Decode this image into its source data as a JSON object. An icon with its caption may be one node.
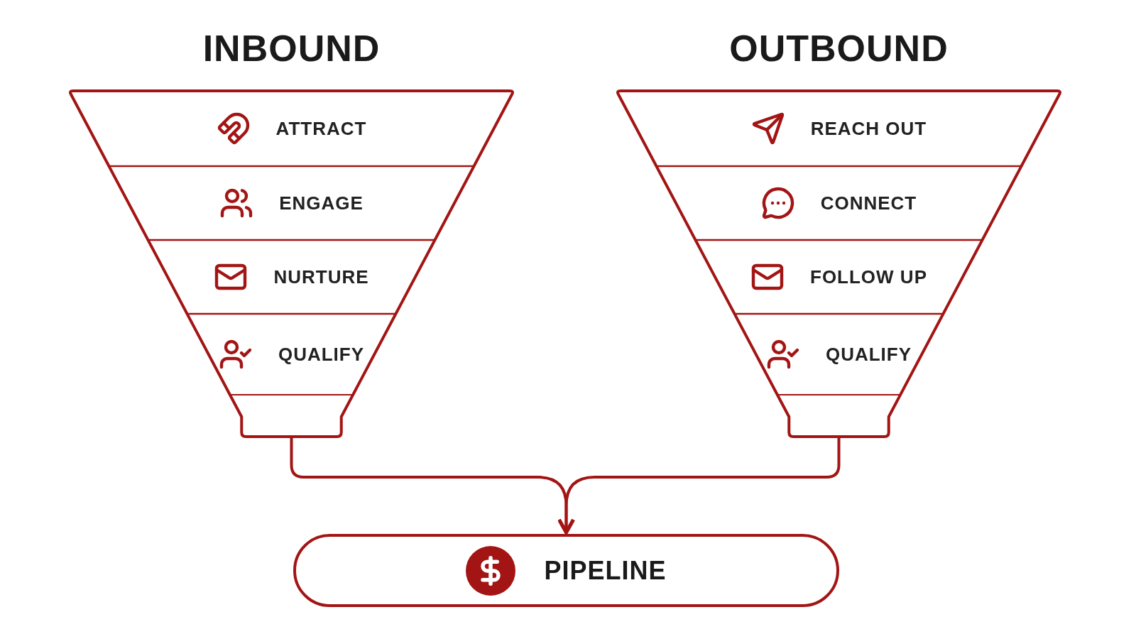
{
  "diagram": {
    "nodes": [
      {
        "text": [
          "INBOUND"
        ]
      },
      {
        "text": [
          "ATTRACT"
        ],
        "in": 0
      },
      {
        "text": [
          "ENGAGE"
        ],
        "in": 0
      },
      {
        "text": [
          "NURTURE"
        ],
        "in": 0
      },
      {
        "text": [
          "QUALIFY"
        ],
        "in": 0
      },
      {
        "text": [],
        "shape": "box",
        "in": 0
      },
      {
        "text": [
          "OUTBOUND"
        ]
      },
      {
        "text": [
          "REACH OUT"
        ],
        "in": 6
      },
      {
        "text": [
          "CONNECT"
        ],
        "in": 6
      },
      {
        "text": [
          "FOLLOW UP"
        ],
        "in": 6
      },
      {
        "text": [
          "QUALIFY"
        ],
        "in": 6
      },
      {
        "text": [],
        "shape": "box",
        "in": 6
      },
      {
        "text": [
          "PIPELINE"
        ]
      }
    ],
    "edges": [
      {
        "from": 0,
        "to": 12,
        "arrow": "to"
      },
      {
        "from": 6,
        "to": 12,
        "arrow": "to"
      }
    ]
  }
}
